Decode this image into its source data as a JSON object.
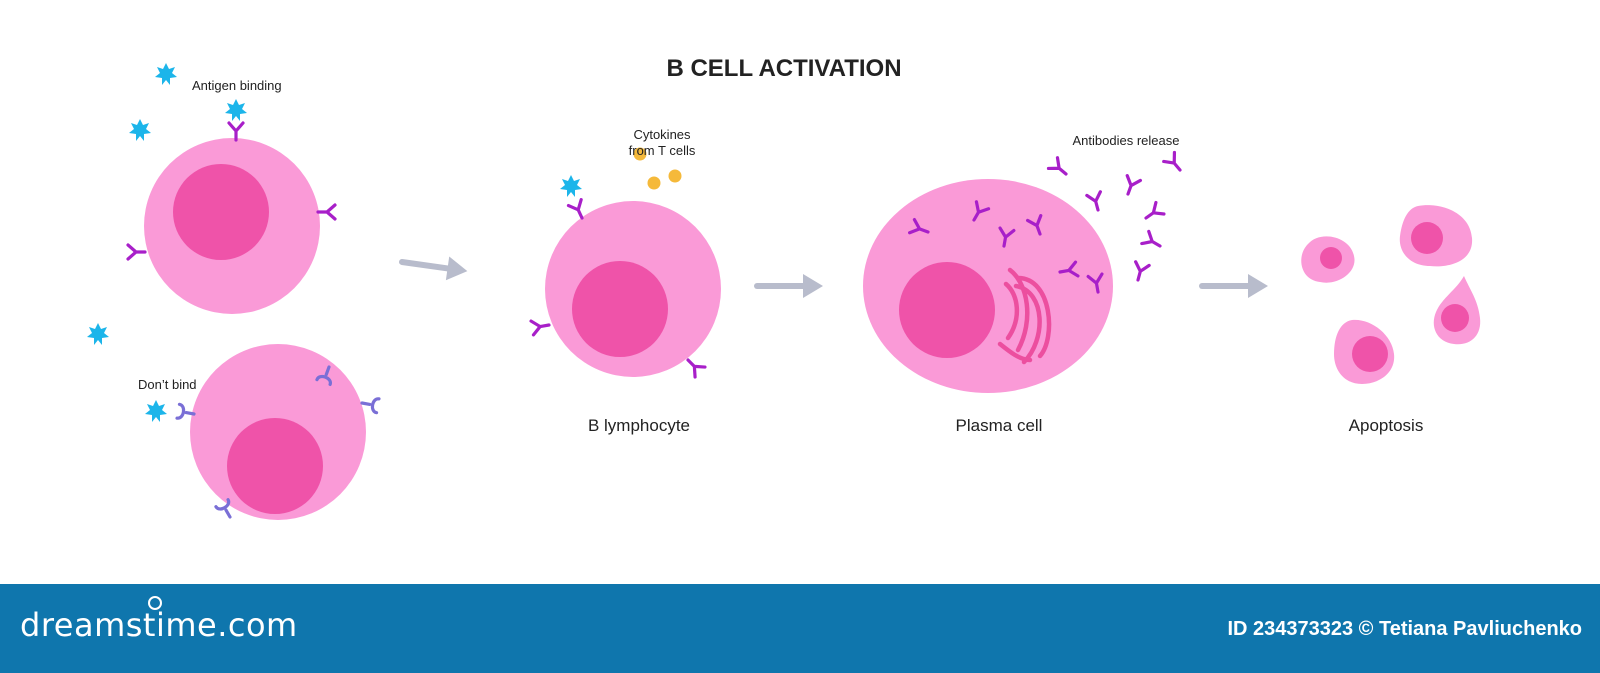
{
  "title": "B CELL ACTIVATION",
  "labels": {
    "antigen_binding": "Antigen binding",
    "dont_bind": "Don’t bind",
    "cytokines_line1": "Cytokines",
    "cytokines_line2": "from T cells",
    "antibodies_release": "Antibodies release"
  },
  "captions": {
    "b_lymphocyte": "B lymphocyte",
    "plasma_cell": "Plasma cell",
    "apoptosis": "Apoptosis"
  },
  "footer": {
    "brand": "dreamstime.com",
    "credit": "ID 234373323 © Tetiana Pavliuchenko"
  },
  "colors": {
    "cell": "#fa9ad7",
    "nucleus": "#ef53a9",
    "antibody": "#a81fc9",
    "receptor_unbound": "#7a6fd6",
    "antigen": "#1cb5ea",
    "cytokine": "#f5b93a",
    "arrow": "#b8bccc",
    "footer_bg": "#0f76ad"
  }
}
